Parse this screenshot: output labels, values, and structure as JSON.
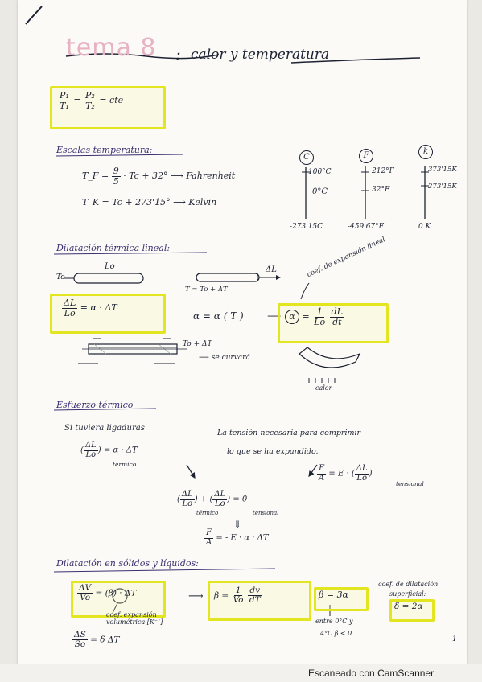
{
  "title": {
    "tema": "tema 8",
    "sep": ":",
    "topic": "calor y temperatura"
  },
  "gay_lussac": {
    "p1": "P₁",
    "t1": "T₁",
    "p2": "P₂",
    "t2": "T₂",
    "eq": "=",
    "cte": "= cte"
  },
  "scales": {
    "heading": "Escalas temperatura:",
    "fahrenheit": {
      "lhs": "T_F =",
      "num": "9",
      "den": "5",
      "rhs": "· Tc + 32°",
      "arrow": "⟶",
      "name": "Fahrenheit"
    },
    "kelvin": {
      "formula": "T_K = Tc + 273'15°",
      "arrow": "⟶",
      "name": "Kelvin"
    },
    "celsius": {
      "badge": "C",
      "top": "100°C",
      "mid": "0°C",
      "bottom": "-273'15C"
    },
    "fahr_scale": {
      "badge": "F",
      "top": "212°F",
      "mid": "32°F",
      "bottom": "-459'67°F"
    },
    "kelvin_scale": {
      "badge": "k",
      "top": "373'15K",
      "mid": "273'15K",
      "bottom": "0 K"
    }
  },
  "linear": {
    "heading": "Dilatación térmica lineal:",
    "lo_top": "Lo",
    "to": "To",
    "t_label": "T = To + ΔT",
    "delta_l": "ΔL",
    "eq_num": "ΔL",
    "eq_den": "Lo",
    "eq_rhs": "= α · ΔT",
    "alpha_eq": "α = α ( T )",
    "arrow": "⟶",
    "alpha2": "α",
    "eq2": "=",
    "f_num": "1",
    "f_den": "Lo",
    "d_num": "dL",
    "d_den": "dt",
    "coef_note": "coef. de expansión lineal",
    "to_delta": "To + ΔT",
    "curva": "⟶ se curvará",
    "calor": "calor"
  },
  "stress": {
    "heading": "Esfuerzo térmico",
    "line1": "Si tuviera ligaduras",
    "eq1_num": "ΔL",
    "eq1_den": "Lo",
    "eq1_rhs": "= α · ΔT",
    "eq1_sub": "térmico",
    "tension1": "La tensión necesaria para comprimir",
    "tension2": "lo que se ha expandido.",
    "eq2_lhs": "F/A = E ·",
    "eq2_num": "ΔL",
    "eq2_den": "Lo",
    "eq2_sub": "tensional",
    "F": "F",
    "A": "A",
    "eqE": "= E ·",
    "eq3_plus": "+",
    "eq3_zero": "= 0",
    "eq3_sub1": "térmico",
    "eq3_sub2": "tensional",
    "down": "⇓",
    "eq4": "= - E · α · ΔT"
  },
  "volume": {
    "heading": "Dilatación en sólidos y líquidos:",
    "v_num": "ΔV",
    "v_den": "Vo",
    "v_rhs": "= (β) · ΔT",
    "coef_vol": "coef. expansión volumétrica [K⁻¹]",
    "arrow": "⟶",
    "beta_lhs": "β =",
    "b_num": "1",
    "b_den": "Vo",
    "bd_num": "dv",
    "bd_den": "dT",
    "beta3": "β = 3α",
    "between": "entre 0°C y",
    "between2": "4°C β < 0",
    "coef_sup1": "coef. de dilatación",
    "coef_sup2": "superficial:",
    "delta2": "δ = 2α",
    "s_num": "ΔS",
    "s_den": "So",
    "s_rhs": "= δ ΔT",
    "page_no": "1"
  },
  "footer": "Escaneado con CamScanner",
  "colors": {
    "highlight": "#e3e520",
    "ink": "#1d2233",
    "heading_ink": "#3b2f72",
    "title_pink": "#e7b2c3"
  }
}
